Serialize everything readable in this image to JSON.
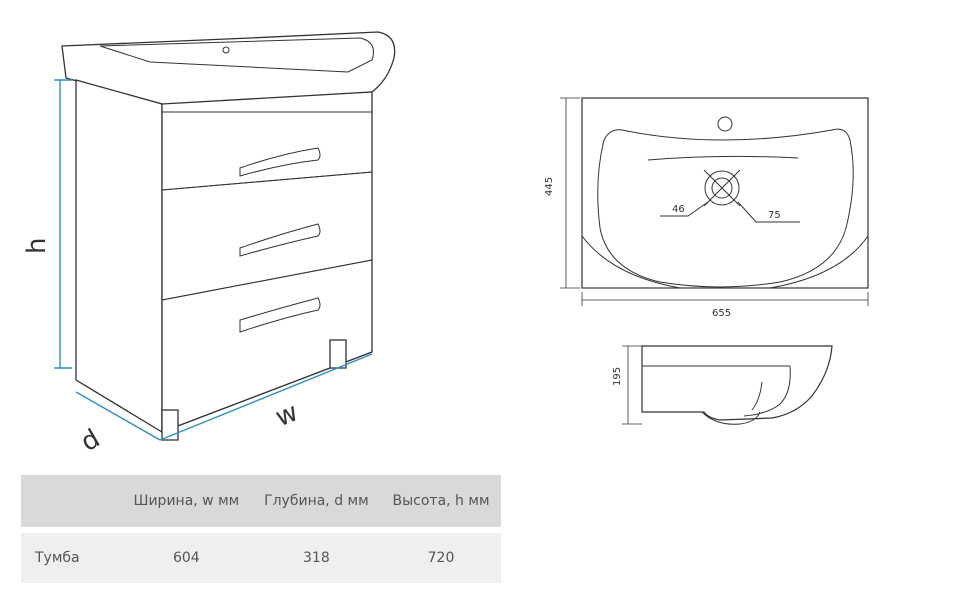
{
  "labels": {
    "height_label": "h",
    "width_label": "w",
    "depth_label": "d"
  },
  "plan_dims": {
    "depth": "445",
    "width": "655",
    "drain": "46",
    "overflow": "75"
  },
  "profile_dims": {
    "height": "195"
  },
  "table": {
    "headers": [
      "",
      "Ширина, w мм",
      "Глубина, d мм",
      "Высота, h мм"
    ],
    "rows": [
      {
        "name": "Тумба",
        "w": "604",
        "d": "318",
        "h": "720"
      }
    ]
  },
  "colors": {
    "dimension_blue": "#2a8fc8",
    "header_bg": "#d9d9d9",
    "row_bg": "#efefef"
  }
}
